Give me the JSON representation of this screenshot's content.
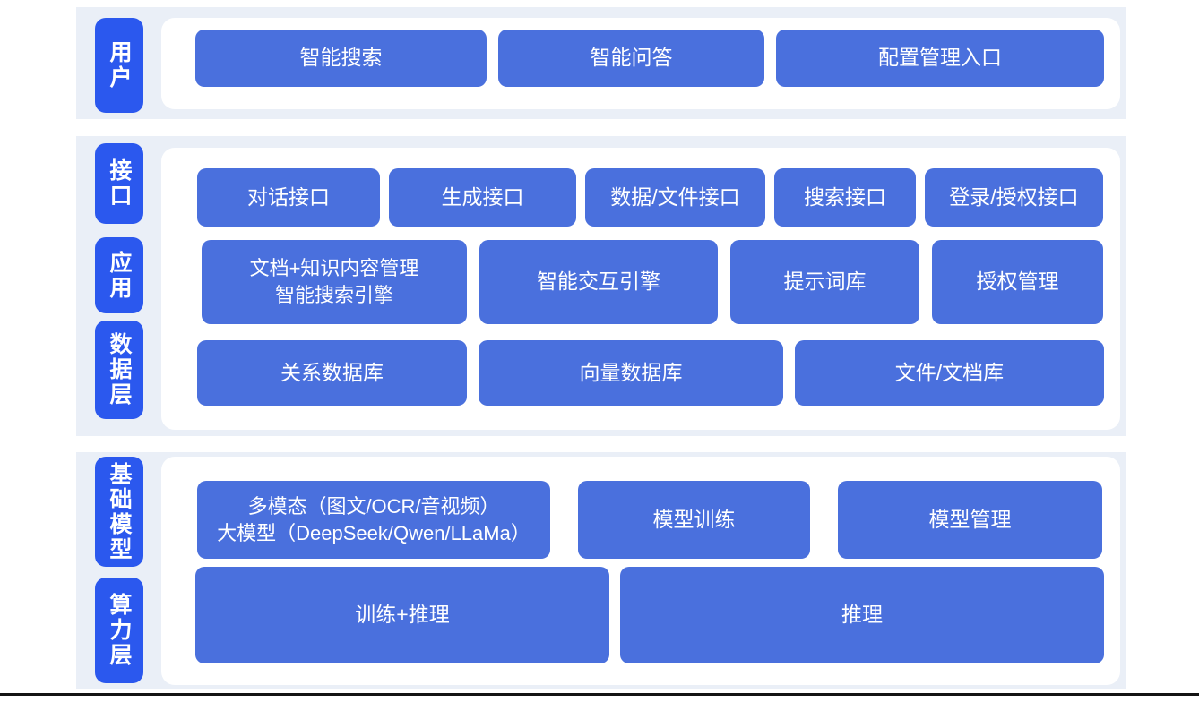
{
  "colors": {
    "band_bg": "#eaeff7",
    "label_blue": "#2b58ee",
    "button_blue": "#4a70dd",
    "panel_white": "#ffffff",
    "text_white": "#ffffff",
    "bottom_line": "#141414"
  },
  "sections": [
    {
      "id": "user",
      "labels": [
        {
          "text": "用户"
        }
      ],
      "rows": [
        {
          "buttons": [
            {
              "label": "智能搜索"
            },
            {
              "label": "智能问答"
            },
            {
              "label": "配置管理入口"
            }
          ]
        }
      ]
    },
    {
      "id": "platform",
      "labels": [
        {
          "text": "接口"
        },
        {
          "text": "应用"
        },
        {
          "text": "数据层"
        }
      ],
      "rows": [
        {
          "buttons": [
            {
              "label": "对话接口"
            },
            {
              "label": "生成接口"
            },
            {
              "label": "数据/文件接口"
            },
            {
              "label": "搜索接口"
            },
            {
              "label": "登录/授权接口"
            }
          ]
        },
        {
          "buttons": [
            {
              "line1": "文档+知识内容管理",
              "line2": "智能搜索引擎"
            },
            {
              "label": "智能交互引擎"
            },
            {
              "label": "提示词库"
            },
            {
              "label": "授权管理"
            }
          ]
        },
        {
          "buttons": [
            {
              "label": "关系数据库"
            },
            {
              "label": "向量数据库"
            },
            {
              "label": "文件/文档库"
            }
          ]
        }
      ]
    },
    {
      "id": "foundation",
      "labels": [
        {
          "text": "基础模型"
        },
        {
          "text": "算力层"
        }
      ],
      "rows": [
        {
          "buttons": [
            {
              "line1": "多模态（图文/OCR/音视频）",
              "line2": "大模型（DeepSeek/Qwen/LLaMa）"
            },
            {
              "label": "模型训练"
            },
            {
              "label": "模型管理"
            }
          ]
        },
        {
          "buttons": [
            {
              "label": "训练+推理"
            },
            {
              "label": "推理"
            }
          ]
        }
      ]
    }
  ]
}
